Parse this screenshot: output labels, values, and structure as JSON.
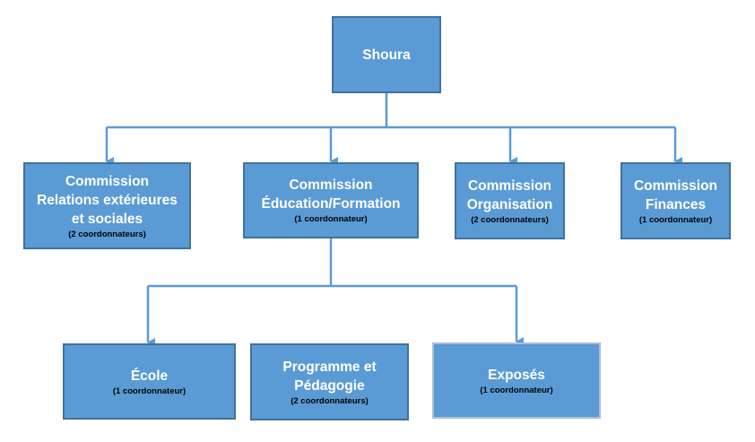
{
  "root": {
    "title": "Shoura"
  },
  "commissions": [
    {
      "title": "Commission\nRelations extérieures\net sociales",
      "sub": "(2 coordonnateurs)"
    },
    {
      "title": "Commission\nÉducation/Formation",
      "sub": "(1 coordonnateur)"
    },
    {
      "title": "Commission\nOrganisation",
      "sub": "(2 coordonnateurs)"
    },
    {
      "title": "Commission\nFinances",
      "sub": "(1 coordonnateur)"
    }
  ],
  "sub_units": [
    {
      "title": "École",
      "sub": "(1 coordonnateur)"
    },
    {
      "title": "Programme et\nPédagogie",
      "sub": "(2 coordonnateurs)"
    },
    {
      "title": "Exposés",
      "sub": "(1 coordonnateur)"
    }
  ],
  "colors": {
    "fill": "#5b9bd5",
    "border": "#41719c",
    "line": "#5b9bd5"
  }
}
